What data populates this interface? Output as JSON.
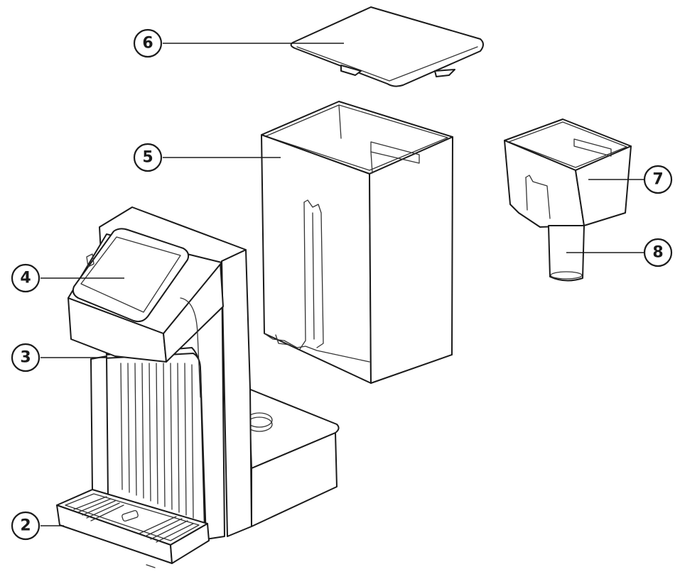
{
  "diagram": {
    "callouts": [
      {
        "id": "lid",
        "number": "6"
      },
      {
        "id": "water-tank",
        "number": "5"
      },
      {
        "id": "filter-holder",
        "number": "7"
      },
      {
        "id": "filter-tube",
        "number": "8"
      },
      {
        "id": "control-panel",
        "number": "4"
      },
      {
        "id": "dispenser-nozzle",
        "number": "3"
      },
      {
        "id": "drip-tray",
        "number": "2"
      }
    ]
  }
}
